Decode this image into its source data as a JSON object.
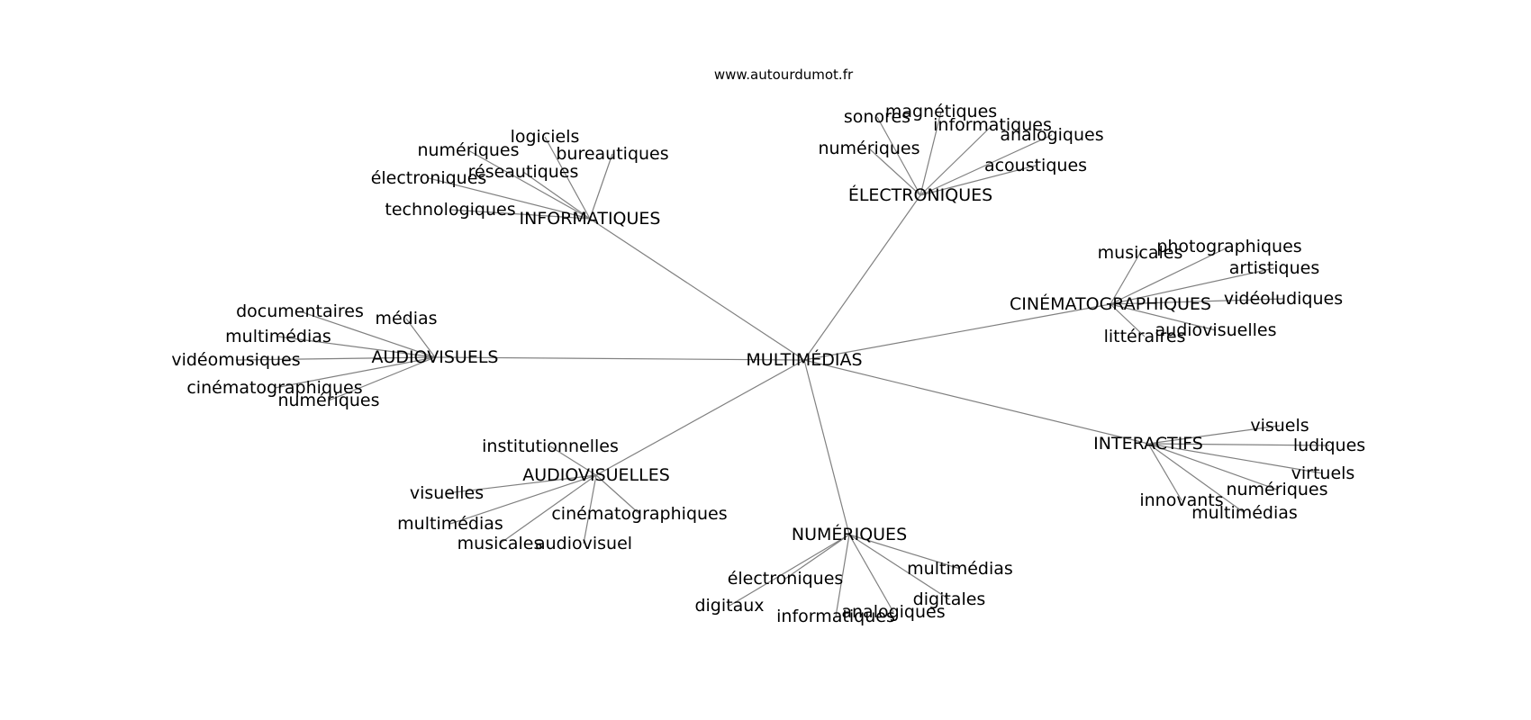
{
  "header": {
    "source": "www.autourdumot.fr"
  },
  "graph": {
    "center": "MULTIMÉDIAS",
    "clusters": [
      {
        "label": "INFORMATIQUES",
        "words": [
          "logiciels",
          "numériques",
          "bureautiques",
          "réseautiques",
          "électroniques",
          "technologiques"
        ]
      },
      {
        "label": "ÉLECTRONIQUES",
        "words": [
          "magnétiques",
          "sonores",
          "informatiques",
          "analogiques",
          "numériques",
          "acoustiques"
        ]
      },
      {
        "label": "CINÉMATOGRAPHIQUES",
        "words": [
          "photographiques",
          "musicales",
          "artistiques",
          "vidéoludiques",
          "audiovisuelles",
          "littéraires"
        ]
      },
      {
        "label": "AUDIOVISUELS",
        "words": [
          "documentaires",
          "médias",
          "multimédias",
          "vidéomusiques",
          "cinématographiques",
          "numériques"
        ]
      },
      {
        "label": "INTERACTIFS",
        "words": [
          "visuels",
          "ludiques",
          "virtuels",
          "numériques",
          "innovants",
          "multimédias"
        ]
      },
      {
        "label": "AUDIOVISUELLES",
        "words": [
          "institutionnelles",
          "visuelles",
          "cinématographiques",
          "multimédias",
          "musicales",
          "audiovisuel"
        ]
      },
      {
        "label": "NUMÉRIQUES",
        "words": [
          "multimédias",
          "électroniques",
          "digitales",
          "digitaux",
          "analogiques",
          "informatiques"
        ]
      }
    ]
  }
}
